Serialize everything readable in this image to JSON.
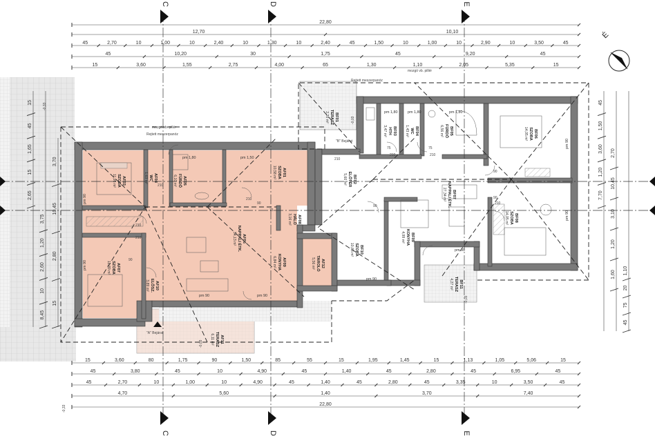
{
  "axes": {
    "c": "C",
    "d": "D",
    "e": "E"
  },
  "top_dims": {
    "row1": [
      "22,80"
    ],
    "row2": [
      "12,70",
      "10,10"
    ],
    "row3": [
      "45",
      "2,70",
      "10",
      "1,00",
      "10",
      "2,40",
      "10",
      "1,30",
      "10",
      "2,40",
      "45",
      "1,50",
      "10",
      "1,00",
      "10",
      "2,90",
      "10",
      "3,50",
      "45"
    ],
    "row4": [
      "45",
      "10,20",
      "30",
      "1,75",
      "45",
      "9,20",
      "45"
    ],
    "row5": [
      "15",
      "3,60",
      "1,55",
      "2,75",
      "4,00",
      "65",
      "1,30",
      "1,10",
      "2,05",
      "5,35",
      "15"
    ]
  },
  "bottom_dims": {
    "row1": [
      "15",
      "3,60",
      "80",
      "1,75",
      "90",
      "1,50",
      "85",
      "55",
      "15",
      "1,95",
      "1,45",
      "15",
      "1,13",
      "1,05",
      "5,06",
      "15"
    ],
    "row2": [
      "45",
      "3,80",
      "45",
      "10",
      "4,90",
      "45",
      "1,40",
      "45",
      "2,80",
      "45",
      "6,95",
      "45"
    ],
    "row3": [
      "45",
      "2,70",
      "10",
      "1,00",
      "10",
      "4,90",
      "45",
      "1,40",
      "45",
      "2,80",
      "45",
      "3,35",
      "10",
      "3,50",
      "45"
    ],
    "row4": [
      "4,70",
      "5,60",
      "1,40",
      "3,70",
      "7,40"
    ],
    "row5": [
      "22,80"
    ]
  },
  "left_dims": [
    "15",
    "45",
    "1,65",
    "15",
    "2,65",
    "3,75",
    "1,20",
    "2,60",
    "10",
    "8,45",
    "3,70",
    "10,45",
    "2,80",
    "15"
  ],
  "right_dims": [
    "45",
    "1,50",
    "3,60",
    "1,20",
    "7,70",
    "2,70",
    "10,45",
    "3,10",
    "1,20",
    "1,60",
    "1,10",
    "20",
    "75",
    "45"
  ],
  "levels": {
    "top_left": "-0,33",
    "bottom_left": "-0,33",
    "terrace_bottom": "-0,03",
    "terrace_right": "-0,03",
    "terrace_top": "-0,03"
  },
  "rooms": [
    {
      "code": "AF03",
      "name": "SZOBA",
      "area": "11,95 m²"
    },
    {
      "code": "AF04",
      "name": "WC",
      "area": "1,63 m²"
    },
    {
      "code": "AF05",
      "name": "FÜRDŐ",
      "area": "6,10 m²"
    },
    {
      "code": "AF01",
      "name": "SZOBA",
      "area": "10,58 m²"
    },
    {
      "code": "AF06",
      "name": "NAPPALI ÉTK.",
      "area": "34,13 m²"
    },
    {
      "code": "AF07",
      "name": "SZOBA",
      "area": "12,89 m²"
    },
    {
      "code": "AF08",
      "name": "HÁLÓ",
      "area": "3,16 m²"
    },
    {
      "code": "AF09",
      "name": "KONYHA",
      "area": "6,84 m²"
    },
    {
      "code": "AF10",
      "name": "ELŐSZ.",
      "area": "3,89 m²"
    },
    {
      "code": "AF11",
      "name": "TERASZ",
      "area": "6,11 m²"
    },
    {
      "code": "AF12",
      "name": "TAROLÓ",
      "area": "5,56 m²"
    },
    {
      "code": "BF01",
      "name": "TERASZ",
      "area": "2,20 m²"
    },
    {
      "code": "BF02",
      "name": "ELŐTÉR",
      "area": "5,60 m²"
    },
    {
      "code": "BF03",
      "name": "HTH",
      "area": "3,47 m²"
    },
    {
      "code": "BF04",
      "name": "WC",
      "area": "1,43 m²"
    },
    {
      "code": "BF05",
      "name": "FÜRDŐ",
      "area": "6,56 m²"
    },
    {
      "code": "BF06",
      "name": "SZOBA",
      "area": "14,05 m²"
    },
    {
      "code": "BF07",
      "name": "NAPPALI ÉTK.",
      "area": "27,34 m²"
    },
    {
      "code": "BF08",
      "name": "SZOBA",
      "area": "14,05 m²"
    },
    {
      "code": "BF09",
      "name": "KONYHA",
      "area": "4,99 m²"
    },
    {
      "code": "BF10",
      "name": "SZOBA",
      "area": "10,83 m²"
    },
    {
      "code": "BF11",
      "name": "TERASZ",
      "area": "4,27 m²"
    }
  ],
  "labels": {
    "pm90": "pm 90",
    "pm180": "pm 1,80",
    "pm150": "pm 1,50",
    "d210": "210",
    "d90": "90",
    "d75": "75",
    "meszerpan": "Rejtett meszerpanóz",
    "bejarat": "\"A\" Bejárat",
    "bejarat_b": "\"B\" Bejárat",
    "mozgo": "mozgó vb. pillér"
  },
  "north": "É"
}
